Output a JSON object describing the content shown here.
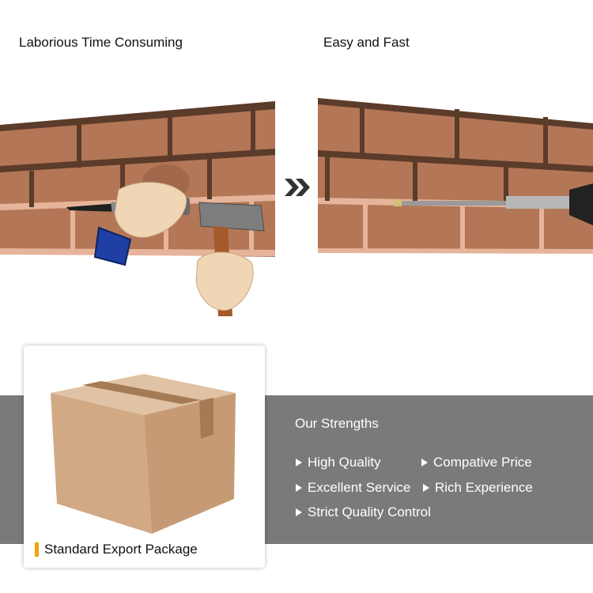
{
  "captions": {
    "left": "Laborious Time Consuming",
    "right": "Easy and Fast"
  },
  "strengths": {
    "title": "Our Strengths",
    "items": [
      "High Quality",
      "Compative Price",
      "Excellent Service",
      "Rich Experience",
      "Strict Quality Control"
    ]
  },
  "package": {
    "label": "Standard Export Package"
  },
  "colors": {
    "band": "#7a7a7a",
    "brick": "#b5785a",
    "mortar": "#5a3a2a",
    "accent": "#f0a20a"
  },
  "icons": {
    "arrow": "double-chevron-right-icon",
    "bullet": "triangle-right-icon"
  }
}
